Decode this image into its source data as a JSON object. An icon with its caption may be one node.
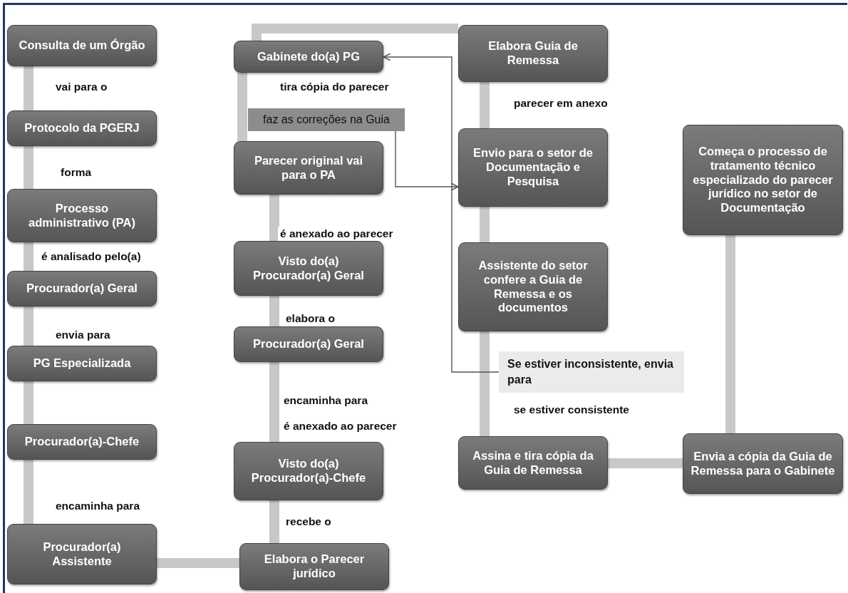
{
  "diagram": {
    "nodes": [
      {
        "text": [
          "Consulta de um Órgão"
        ]
      },
      {
        "text": [
          "Protocolo da PGERJ"
        ]
      },
      {
        "text": [
          "Processo administrativo (PA)"
        ]
      },
      {
        "text": [
          "Procurador(a) Geral"
        ]
      },
      {
        "text": [
          "PG Especializada"
        ]
      },
      {
        "text": [
          "Procurador(a)-Chefe"
        ]
      },
      {
        "text": [
          "Procurador(a) Assistente"
        ]
      },
      {
        "text": [
          "Gabinete do(a) PG"
        ]
      },
      {
        "text": [
          "faz as correções na Guia"
        ]
      },
      {
        "text": [
          "Parecer original vai para o PA"
        ]
      },
      {
        "text": [
          "Visto do(a) Procurador(a) Geral"
        ]
      },
      {
        "text": [
          "Procurador(a) Geral"
        ]
      },
      {
        "text": [
          "Visto do(a) Procurador(a)-Chefe"
        ]
      },
      {
        "text": [
          "Elabora o Parecer jurídico"
        ]
      },
      {
        "text": [
          "Elabora Guia de Remessa"
        ]
      },
      {
        "text": [
          "Envio para o setor de Documentação e Pesquisa"
        ]
      },
      {
        "text": [
          "Assistente do setor confere a Guia de Remessa e os documentos"
        ]
      },
      {
        "text": [
          "Se estiver inconsistente, envia para"
        ]
      },
      {
        "text": [
          "Assina e tira cópia da Guia de Remessa"
        ]
      },
      {
        "text": [
          "Começa o processo de tratamento técnico especializado do parecer jurídico no setor de Documentação"
        ]
      },
      {
        "text": [
          "Envia a cópia da Guia de Remessa para o Gabinete"
        ]
      }
    ],
    "edges": [
      {
        "from": 0,
        "to": 1,
        "arrow": "none",
        "label": "vai para o"
      },
      {
        "from": 1,
        "to": 2,
        "arrow": "none",
        "label": "forma"
      },
      {
        "from": 2,
        "to": 3,
        "arrow": "none",
        "label": "é analisado pelo(a)"
      },
      {
        "from": 3,
        "to": 4,
        "arrow": "none",
        "label": "envia para"
      },
      {
        "from": 4,
        "to": 5,
        "arrow": "none"
      },
      {
        "from": 5,
        "to": 6,
        "arrow": "none",
        "label": "encaminha para"
      },
      {
        "from": 6,
        "to": 13,
        "arrow": "none"
      },
      {
        "from": 13,
        "to": 12,
        "arrow": "none",
        "label": "recebe o"
      },
      {
        "from": 12,
        "to": 11,
        "arrow": "none",
        "label": "encaminha para"
      },
      {
        "from": 11,
        "to": 10,
        "arrow": "none",
        "label": "elabora o"
      },
      {
        "from": 10,
        "to": 9,
        "arrow": "none",
        "label": "é anexado ao parecer"
      },
      {
        "from": 9,
        "to": 7,
        "arrow": "none",
        "label": "tira cópia do parecer"
      },
      {
        "from": 7,
        "to": 14,
        "arrow": "none"
      },
      {
        "from": 14,
        "to": 15,
        "arrow": "none",
        "label": "parecer em anexo"
      },
      {
        "from": 15,
        "to": 16,
        "arrow": "none"
      },
      {
        "from": 16,
        "to": 18,
        "arrow": "none",
        "label": "se estiver consistente"
      },
      {
        "from": 18,
        "to": 20,
        "arrow": "none"
      },
      {
        "from": 20,
        "to": 19,
        "arrow": "none"
      },
      {
        "from": 8,
        "to": 15,
        "arrow": "to",
        "color": "#555555"
      },
      {
        "from": 17,
        "to": 7,
        "arrow": "to",
        "color": "#555555"
      }
    ],
    "labels": [
      "é anexado ao parecer"
    ]
  }
}
